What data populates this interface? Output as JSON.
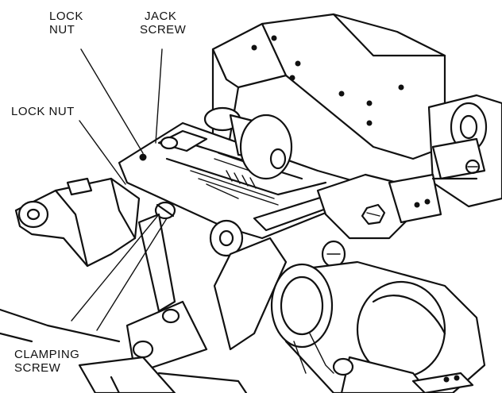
{
  "labels": {
    "lock_nut_top": [
      "LOCK",
      "NUT"
    ],
    "jack_screw": [
      "JACK",
      "SCREW"
    ],
    "lock_nut_side": "LOCK NUT",
    "clamping_screw": [
      "CLAMPING",
      "SCREW"
    ]
  },
  "colors": {
    "ink": "#111111",
    "paper": "#ffffff"
  }
}
